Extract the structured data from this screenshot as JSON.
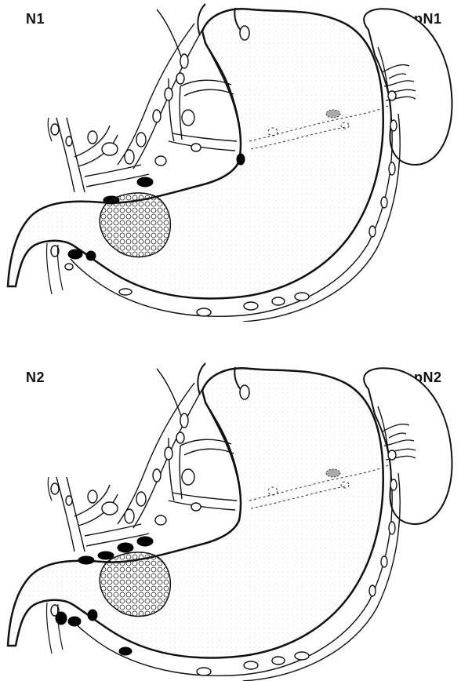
{
  "panels": {
    "top": {
      "left_label": "N1",
      "right_label": "pN1"
    },
    "bottom": {
      "left_label": "N2",
      "right_label": "pN2"
    }
  },
  "colors": {
    "ink": "#111111",
    "stipple": "#cfcfcf",
    "node_positive": "#000000",
    "node_negative": "#ffffff"
  },
  "icons": {
    "stomach": "stomach-outline",
    "spleen": "spleen-outline",
    "tumor": "tumor-mass",
    "lymph_node": "lymph-node-oval"
  }
}
